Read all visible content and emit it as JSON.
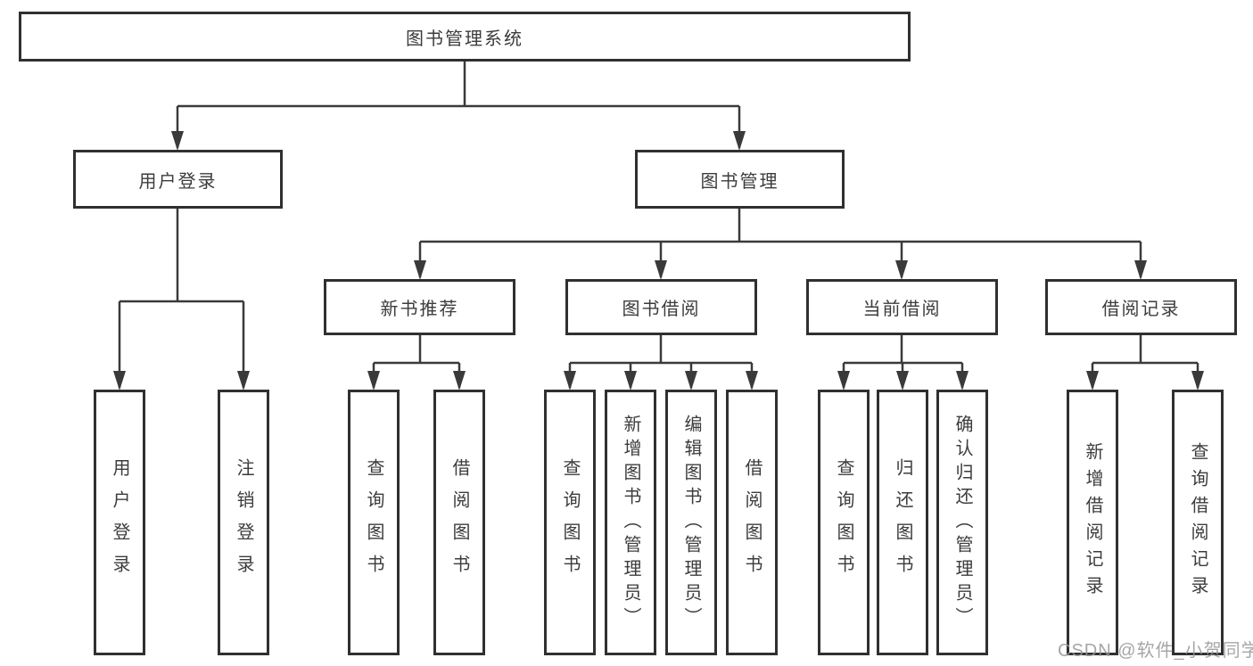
{
  "tree": {
    "root": "图书管理系统",
    "branches": {
      "login": "用户登录",
      "manage": "图书管理"
    },
    "modules": [
      "新书推荐",
      "图书借阅",
      "当前借阅",
      "借阅记录"
    ],
    "leaves": [
      "用户登录",
      "注销登录",
      "查询图书",
      "借阅图书",
      "查询图书",
      "新增图书（管理员）",
      "编辑图书（管理员）",
      "借阅图书",
      "查询图书",
      "归还图书",
      "确认归还（管理员）",
      "新增借阅记录",
      "查询借阅记录"
    ]
  },
  "watermark": "CSDN @软件_小贺同学",
  "colors": {
    "line": "#3a3a3a",
    "box_border": "#303030",
    "text": "#3c3c3c",
    "watermark": "#969696",
    "background": "#ffffff"
  }
}
